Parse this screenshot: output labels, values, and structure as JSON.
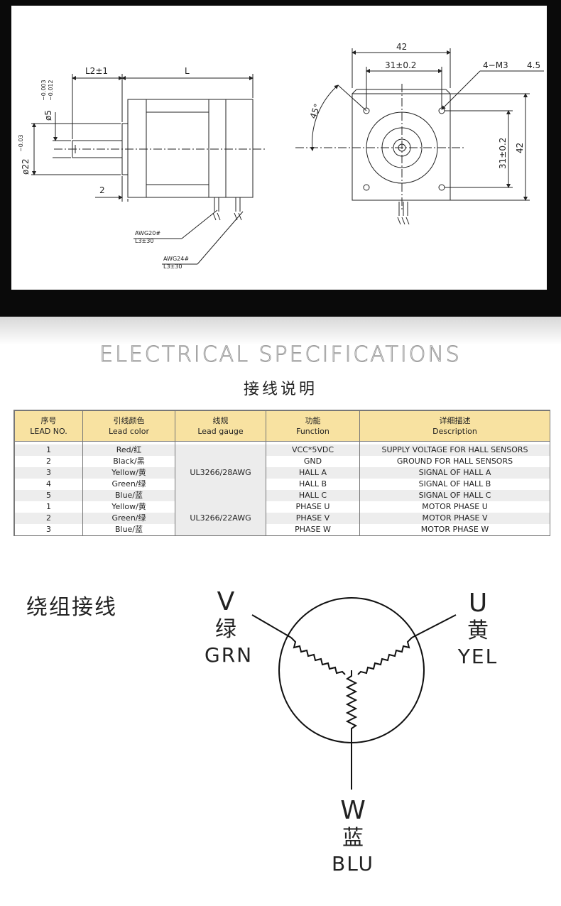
{
  "drawing": {
    "side_view": {
      "dim_l2": "L2±1",
      "dim_l": "L",
      "dim_shaft": "ø5−0.003/−0.012",
      "dim_shaft_top": "ø5",
      "dim_shaft_tol_a": "−0.003",
      "dim_shaft_tol_b": "−0.012",
      "dim_boss": "ø22−0.03",
      "dim_boss_main": "ø22",
      "dim_boss_tol": "−0.03",
      "dim_two": "2",
      "lead1_awg": "AWG20#",
      "lead1_len": "L3±30",
      "lead2_awg": "AWG24#",
      "lead2_len": "L3±30"
    },
    "front_view": {
      "dim_42_top": "42",
      "dim_31_top": "31±0.2",
      "dim_mount": "4−M3",
      "dim_mount_depth": "4.5",
      "dim_angle": "45°",
      "dim_31_side": "31±0.2",
      "dim_42_side": "42"
    }
  },
  "section_title_en": "ELECTRICAL SPECIFICATIONS",
  "section_title_cn": "接线说明",
  "table": {
    "headers": [
      {
        "cn": "序号",
        "en": "LEAD NO."
      },
      {
        "cn": "引线颜色",
        "en": "Lead color"
      },
      {
        "cn": "线规",
        "en": "Lead gauge"
      },
      {
        "cn": "功能",
        "en": "Function"
      },
      {
        "cn": "详细描述",
        "en": "Description"
      }
    ],
    "gauge_hall": "UL3266/28AWG",
    "gauge_phase": "UL3266/22AWG",
    "rows": [
      {
        "no": "1",
        "color": "Red/红",
        "function": "VCC*5VDC",
        "description": "SUPPLY VOLTAGE FOR HALL SENSORS"
      },
      {
        "no": "2",
        "color": "Black/黑",
        "function": "GND",
        "description": "GROUND FOR HALL SENSORS"
      },
      {
        "no": "3",
        "color": "Yellow/黄",
        "function": "HALL A",
        "description": "SIGNAL OF HALL A"
      },
      {
        "no": "4",
        "color": "Green/绿",
        "function": "HALL B",
        "description": "SIGNAL OF HALL B"
      },
      {
        "no": "5",
        "color": "Blue/蓝",
        "function": "HALL C",
        "description": "SIGNAL OF HALL C"
      },
      {
        "no": "1",
        "color": "Yellow/黄",
        "function": "PHASE U",
        "description": "MOTOR PHASE U"
      },
      {
        "no": "2",
        "color": "Green/绿",
        "function": "PHASE V",
        "description": "MOTOR PHASE V"
      },
      {
        "no": "3",
        "color": "Blue/蓝",
        "function": "PHASE W",
        "description": "MOTOR PHASE W"
      }
    ]
  },
  "wiring": {
    "title": "绕组接线",
    "v": {
      "letter": "V",
      "cn": "绿",
      "en": "GRN"
    },
    "u": {
      "letter": "U",
      "cn": "黄",
      "en": "YEL"
    },
    "w": {
      "letter": "W",
      "cn": "蓝",
      "en": "BLU"
    }
  },
  "colors": {
    "header_bg": "#f8e2a1",
    "band": "#0a0a0a",
    "row_alt": "#ededed"
  }
}
